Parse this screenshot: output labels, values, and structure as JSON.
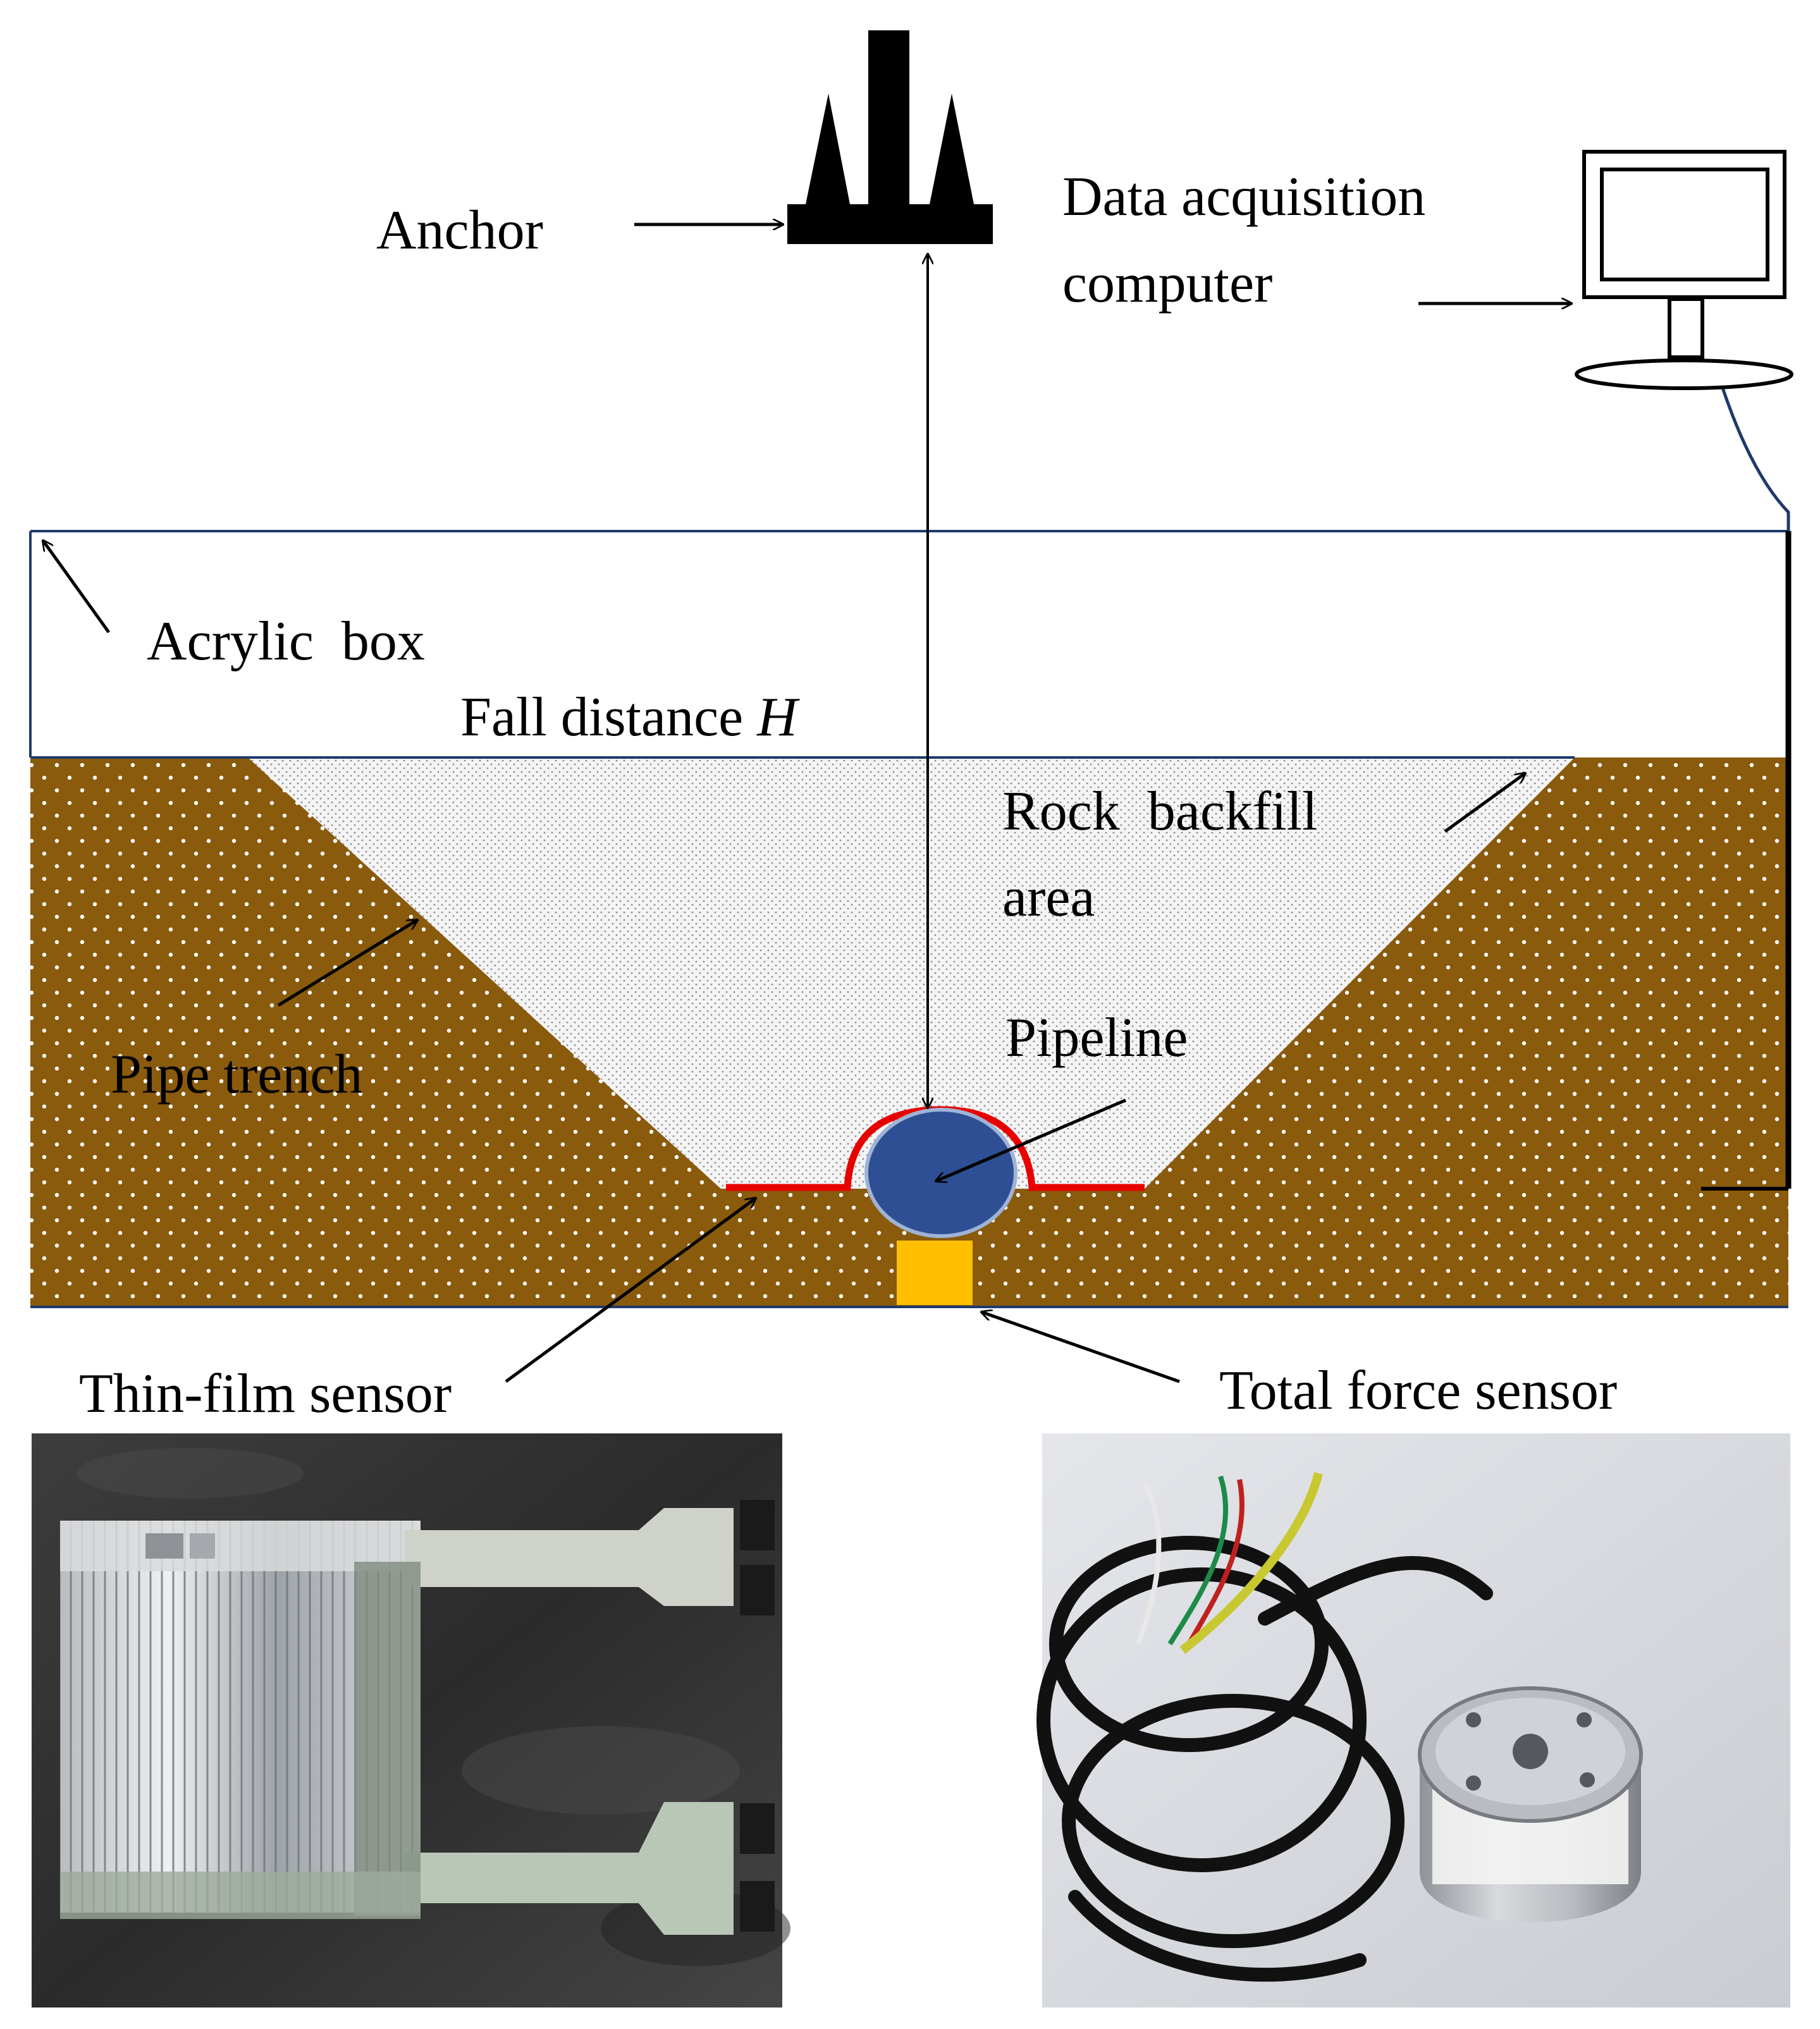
{
  "labels": {
    "anchor": "Anchor",
    "daq_line1": "Data acquisition",
    "daq_line2": "computer",
    "acrylic_box": "Acrylic  box",
    "fall_distance": "Fall distance ",
    "fall_symbol": "H",
    "rock_backfill_line1": "Rock  backfill",
    "rock_backfill_line2": "area",
    "pipeline": "Pipeline",
    "pipe_trench": "Pipe trench",
    "thin_film_sensor": "Thin-film sensor",
    "total_force_sensor": "Total force sensor"
  },
  "colors": {
    "soil": "#8a5a0d",
    "soil_dots": "#ffffff",
    "backfill": "#f2f2f2",
    "backfill_dots": "#8c8c8c",
    "box_outline": "#1f3a6a",
    "pipe_fill": "#2e4f93",
    "pipe_outline": "#9fb3d6",
    "sensor_film": "#e60000",
    "force_sensor": "#ffbf00",
    "cable": "#1f3a6a",
    "ink": "#000000"
  },
  "icons": {
    "anchor": "anchor-icon",
    "computer": "computer-monitor-icon",
    "photo_left": "thin-film-sensor-photo",
    "photo_right": "total-force-sensor-photo"
  }
}
